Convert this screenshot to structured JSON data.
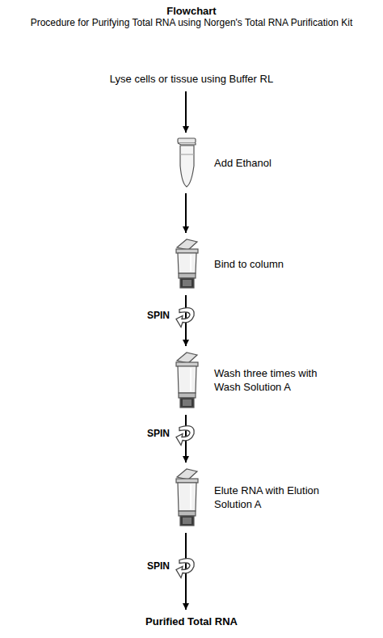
{
  "diagram": {
    "title": "Flowchart",
    "caption": "Procedure for Purifying Total RNA using Norgen's Total RNA Purification Kit",
    "nodes": [
      {
        "text": [
          "Lyse cells or tissue using Buffer RL"
        ]
      },
      {
        "text": [
          "Add Ethanol"
        ]
      },
      {
        "text": [
          "Bind to column"
        ]
      },
      {
        "text": [
          "Wash three times with Wash Solution A"
        ]
      },
      {
        "text": [
          "Elute RNA with Elution Solution A"
        ]
      },
      {
        "text": [
          "Purified Total RNA"
        ]
      }
    ],
    "edges": [
      {
        "from": 0,
        "to": 1,
        "arrow": "to"
      },
      {
        "from": 1,
        "to": 2,
        "arrow": "to"
      },
      {
        "from": 2,
        "to": 3,
        "label": "SPIN",
        "arrow": "to"
      },
      {
        "from": 3,
        "to": 4,
        "label": "SPIN",
        "arrow": "to"
      },
      {
        "from": 4,
        "to": 5,
        "label": "SPIN",
        "arrow": "to"
      }
    ]
  }
}
